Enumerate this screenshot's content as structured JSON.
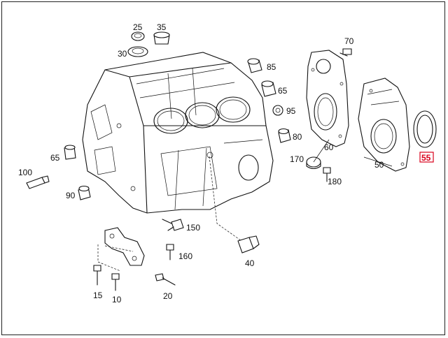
{
  "diagram": {
    "highlight_color": "#d9001b",
    "highlighted_part": "55",
    "labels": {
      "p25": "25",
      "p35": "35",
      "p30": "30",
      "p70": "70",
      "p85": "85",
      "p65a": "65",
      "p95": "95",
      "p80": "80",
      "p60": "60",
      "p50": "50",
      "p55": "55",
      "p65b": "65",
      "p100": "100",
      "p90": "90",
      "p170": "170",
      "p180": "180",
      "p150": "150",
      "p160": "160",
      "p40": "40",
      "p15": "15",
      "p10": "10",
      "p20": "20"
    }
  }
}
